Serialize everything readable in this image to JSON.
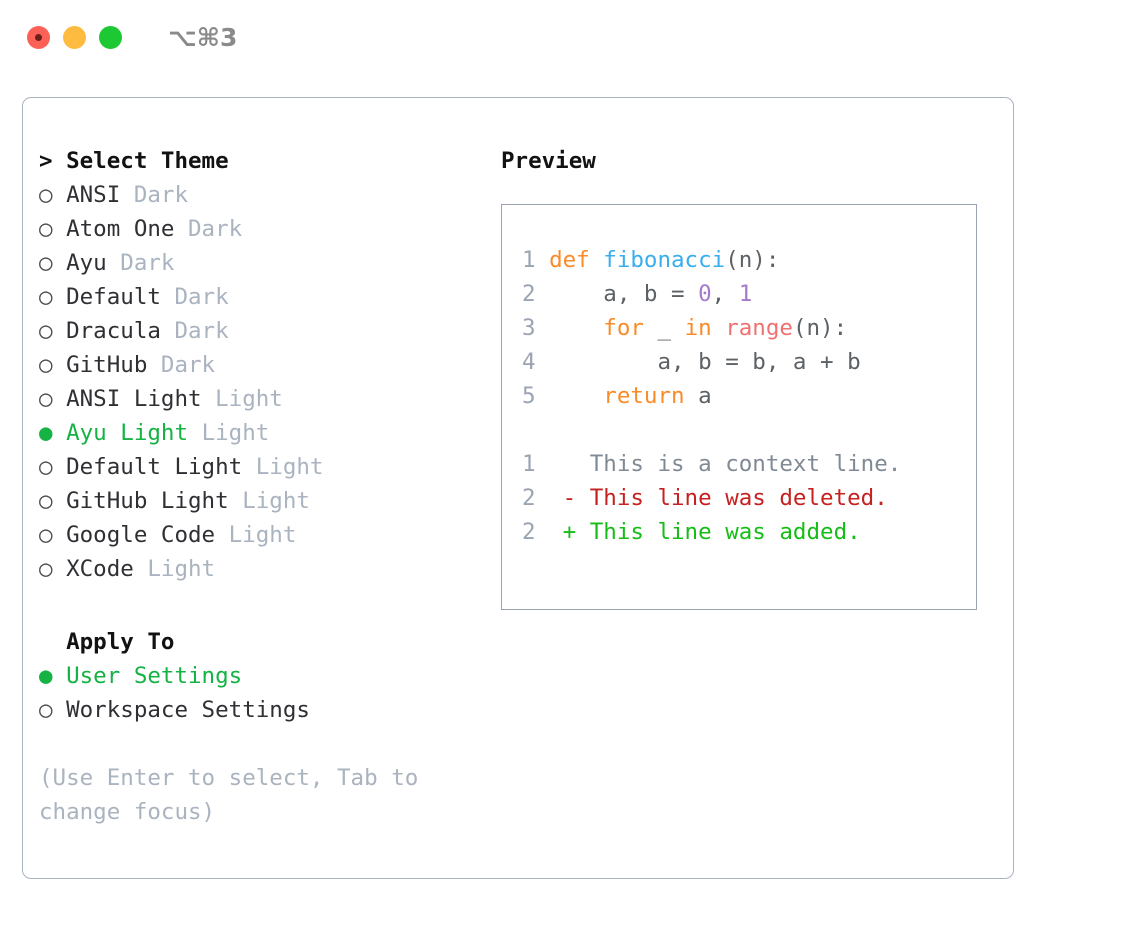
{
  "titlebar": {
    "shortcut": "⌥⌘3",
    "buttons": [
      {
        "name": "close",
        "color": "#FC6158"
      },
      {
        "name": "minimize",
        "color": "#FDBC40"
      },
      {
        "name": "zoom",
        "color": "#1DC932"
      }
    ]
  },
  "theme_picker": {
    "heading": "> Select Theme",
    "selected_theme": "Ayu Light",
    "marker_selected": "●",
    "marker_unselected": "○",
    "items": [
      {
        "marker": "○",
        "label": "ANSI",
        "tag": "Dark",
        "selected": false
      },
      {
        "marker": "○",
        "label": "Atom One",
        "tag": "Dark",
        "selected": false
      },
      {
        "marker": "○",
        "label": "Ayu",
        "tag": "Dark",
        "selected": false
      },
      {
        "marker": "○",
        "label": "Default",
        "tag": "Dark",
        "selected": false
      },
      {
        "marker": "○",
        "label": "Dracula",
        "tag": "Dark",
        "selected": false
      },
      {
        "marker": "○",
        "label": "GitHub",
        "tag": "Dark",
        "selected": false
      },
      {
        "marker": "○",
        "label": "ANSI Light",
        "tag": "Light",
        "selected": false
      },
      {
        "marker": "●",
        "label": "Ayu Light",
        "tag": "Light",
        "selected": true
      },
      {
        "marker": "○",
        "label": "Default Light",
        "tag": "Light",
        "selected": false
      },
      {
        "marker": "○",
        "label": "GitHub Light",
        "tag": "Light",
        "selected": false
      },
      {
        "marker": "○",
        "label": "Google Code",
        "tag": "Light",
        "selected": false
      },
      {
        "marker": "○",
        "label": "XCode",
        "tag": "Light",
        "selected": false
      }
    ]
  },
  "apply_to": {
    "heading": "  Apply To",
    "selected": "User Settings",
    "items": [
      {
        "marker": "●",
        "label": "User Settings",
        "selected": true
      },
      {
        "marker": "○",
        "label": "Workspace Settings",
        "selected": false
      }
    ]
  },
  "hint": "(Use Enter to select, Tab to change focus)",
  "preview": {
    "title": "Preview",
    "code_lines": [
      {
        "num": "1",
        "tokens": [
          {
            "t": "def",
            "c": "kw"
          },
          {
            "t": " ",
            "c": "pun"
          },
          {
            "t": "fibonacci",
            "c": "fn"
          },
          {
            "t": "(n):",
            "c": "pun"
          }
        ]
      },
      {
        "num": "2",
        "tokens": [
          {
            "t": "    a, b = ",
            "c": "var"
          },
          {
            "t": "0",
            "c": "num"
          },
          {
            "t": ", ",
            "c": "pun"
          },
          {
            "t": "1",
            "c": "num"
          }
        ]
      },
      {
        "num": "3",
        "tokens": [
          {
            "t": "    ",
            "c": "var"
          },
          {
            "t": "for",
            "c": "kw"
          },
          {
            "t": " _ ",
            "c": "var"
          },
          {
            "t": "in",
            "c": "kw"
          },
          {
            "t": " ",
            "c": "var"
          },
          {
            "t": "range",
            "c": "bi"
          },
          {
            "t": "(n):",
            "c": "pun"
          }
        ]
      },
      {
        "num": "4",
        "tokens": [
          {
            "t": "        a, b = b, a + b",
            "c": "var"
          }
        ]
      },
      {
        "num": "5",
        "tokens": [
          {
            "t": "    ",
            "c": "var"
          },
          {
            "t": "return",
            "c": "kw"
          },
          {
            "t": " a",
            "c": "var"
          }
        ]
      }
    ],
    "diff_lines": [
      {
        "num": "1",
        "marker": " ",
        "text": "This is a context line.",
        "kind": "ctx"
      },
      {
        "num": "2",
        "marker": "-",
        "text": "This line was deleted.",
        "kind": "del"
      },
      {
        "num": "2",
        "marker": "+",
        "text": "This line was added.",
        "kind": "add"
      }
    ]
  },
  "colors": {
    "accent_green": "#15b244",
    "border": "#aab3c0",
    "muted": "#aab3c0",
    "keyword": "#F98B29",
    "function": "#39AEEE",
    "number": "#A37ACC",
    "builtin": "#F07171",
    "diff_add": "#17BD17",
    "diff_del": "#C62121",
    "diff_ctx": "#808a94"
  }
}
